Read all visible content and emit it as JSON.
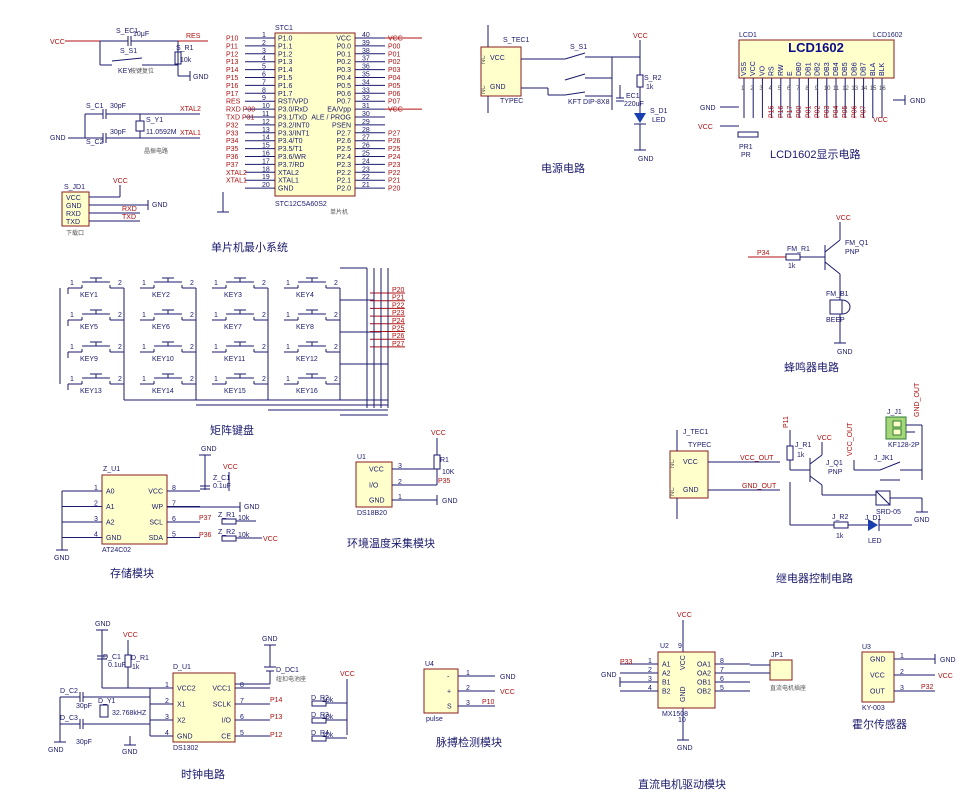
{
  "titles": {
    "mcu": "单片机最小系统",
    "power": "电源电路",
    "lcd": "LCD1602显示电路",
    "keypad": "矩阵键盘",
    "buzzer": "蜂鸣器电路",
    "storage": "存储模块",
    "temp": "环境温度采集模块",
    "relay": "继电器控制电路",
    "clock": "时钟电路",
    "pulse": "脉搏检测模块",
    "motor": "直流电机驱动模块",
    "hall": "霍尔传感器"
  },
  "net": {
    "vcc": "VCC",
    "gnd": "GND",
    "res": "RES",
    "xtal1": "XTAL1",
    "xtal2": "XTAL2",
    "rxd": "RXD",
    "txd": "TXD",
    "vcc_out": "VCC_OUT",
    "gnd_out": "GND_OUT",
    "p34": "P34",
    "p35": "P35",
    "p36": "P36",
    "p37": "P37",
    "p33": "P33",
    "p32": "P32",
    "p10": "P10",
    "p11": "P11",
    "p12": "P12",
    "p13": "P13",
    "p14": "P14"
  },
  "reset": {
    "cap_ref": "S_EC1",
    "cap_val": "10μF",
    "sw_ref": "S_S1",
    "sw_val": "KEY",
    "res_ref": "S_R1",
    "res_val": "10k",
    "note": "按键复位"
  },
  "crystal": {
    "c1_ref": "S_C1",
    "c1_val": "30pF",
    "c2_ref": "S_C2",
    "c2_val": "30pF",
    "y_ref": "S_Y1",
    "y_val": "11.0592M",
    "note": "晶振电路"
  },
  "download": {
    "ref": "S_JD1",
    "pins": [
      "VCC",
      "GND",
      "RXD",
      "TXD"
    ],
    "note": "下载口"
  },
  "mcu": {
    "ref": "STC1",
    "part": "STC12C5A60S2",
    "sub": "单片机",
    "left": [
      {
        "num": "1",
        "name": "P1.0",
        "net": "P10"
      },
      {
        "num": "2",
        "name": "P1.1",
        "net": "P11"
      },
      {
        "num": "3",
        "name": "P1.2",
        "net": "P12"
      },
      {
        "num": "4",
        "name": "P1.3",
        "net": "P13"
      },
      {
        "num": "5",
        "name": "P1.4",
        "net": "P14"
      },
      {
        "num": "6",
        "name": "P1.5",
        "net": "P15"
      },
      {
        "num": "7",
        "name": "P1.6",
        "net": "P16"
      },
      {
        "num": "8",
        "name": "P1.7",
        "net": "P17"
      },
      {
        "num": "9",
        "name": "RST/VPD",
        "net": "RES"
      },
      {
        "num": "10",
        "name": "P3.0/RxD",
        "net": "RXD P30"
      },
      {
        "num": "11",
        "name": "P3.1/TxD",
        "net": "TXD P31"
      },
      {
        "num": "12",
        "name": "P3.2/INT0",
        "net": "P32"
      },
      {
        "num": "13",
        "name": "P3.3/INT1",
        "net": "P33"
      },
      {
        "num": "14",
        "name": "P3.4/T0",
        "net": "P34"
      },
      {
        "num": "15",
        "name": "P3.5/T1",
        "net": "P35"
      },
      {
        "num": "16",
        "name": "P3.6/WR",
        "net": "P36"
      },
      {
        "num": "17",
        "name": "P3.7/RD",
        "net": "P37"
      },
      {
        "num": "18",
        "name": "XTAL2",
        "net": "XTAL2"
      },
      {
        "num": "19",
        "name": "XTAL1",
        "net": "XTAL1"
      },
      {
        "num": "20",
        "name": "GND",
        "net": ""
      }
    ],
    "right": [
      {
        "num": "40",
        "name": "VCC",
        "net": "VCC"
      },
      {
        "num": "39",
        "name": "P0.0",
        "net": "P00"
      },
      {
        "num": "38",
        "name": "P0.1",
        "net": "P01"
      },
      {
        "num": "37",
        "name": "P0.2",
        "net": "P02"
      },
      {
        "num": "36",
        "name": "P0.3",
        "net": "P03"
      },
      {
        "num": "35",
        "name": "P0.4",
        "net": "P04"
      },
      {
        "num": "34",
        "name": "P0.5",
        "net": "P05"
      },
      {
        "num": "33",
        "name": "P0.6",
        "net": "P06"
      },
      {
        "num": "32",
        "name": "P0.7",
        "net": "P07"
      },
      {
        "num": "31",
        "name": "EA/Vpp",
        "net": "VCC"
      },
      {
        "num": "30",
        "name": "ALE / PROG",
        "net": ""
      },
      {
        "num": "29",
        "name": "PSEN",
        "net": ""
      },
      {
        "num": "28",
        "name": "P2.7",
        "net": "P27"
      },
      {
        "num": "27",
        "name": "P2.6",
        "net": "P26"
      },
      {
        "num": "26",
        "name": "P2.5",
        "net": "P25"
      },
      {
        "num": "25",
        "name": "P2.4",
        "net": "P24"
      },
      {
        "num": "24",
        "name": "P2.3",
        "net": "P23"
      },
      {
        "num": "23",
        "name": "P2.2",
        "net": "P22"
      },
      {
        "num": "22",
        "name": "P2.1",
        "net": "P21"
      },
      {
        "num": "21",
        "name": "P2.0",
        "net": "P20"
      }
    ]
  },
  "power": {
    "conn_ref": "S_TEC1",
    "conn_part": "TYPEC",
    "nc": "NC",
    "sw_ref": "S_S1",
    "sw_part": "KFT DIP-8X8",
    "cap_ref": "EC1",
    "cap_val": "220uF",
    "res_ref": "S_R2",
    "res_val": "1k",
    "led_ref": "S_D1",
    "led_val": "LED"
  },
  "lcd": {
    "ref": "LCD1",
    "ref2": "LCD1602",
    "label": "LCD1602",
    "pins": [
      {
        "num": "1",
        "name": "VSS",
        "net": ""
      },
      {
        "num": "2",
        "name": "VCC",
        "net": ""
      },
      {
        "num": "3",
        "name": "VO",
        "net": ""
      },
      {
        "num": "4",
        "name": "RS",
        "net": "P15"
      },
      {
        "num": "5",
        "name": "RW",
        "net": "P16"
      },
      {
        "num": "6",
        "name": "E",
        "net": "P17"
      },
      {
        "num": "7",
        "name": "DB0",
        "net": "P00"
      },
      {
        "num": "8",
        "name": "DB1",
        "net": "P01"
      },
      {
        "num": "9",
        "name": "DB2",
        "net": "P02"
      },
      {
        "num": "10",
        "name": "DB3",
        "net": "P03"
      },
      {
        "num": "11",
        "name": "DB4",
        "net": "P04"
      },
      {
        "num": "12",
        "name": "DB5",
        "net": "P05"
      },
      {
        "num": "13",
        "name": "DB6",
        "net": "P06"
      },
      {
        "num": "14",
        "name": "DB7",
        "net": "P07"
      },
      {
        "num": "15",
        "name": "BLA",
        "net": ""
      },
      {
        "num": "16",
        "name": "BLK",
        "net": ""
      }
    ],
    "pot_ref": "PR1",
    "pot_val": "PR"
  },
  "keypad": {
    "keys": [
      "KEY1",
      "KEY2",
      "KEY3",
      "KEY4",
      "KEY5",
      "KEY6",
      "KEY7",
      "KEY8",
      "KEY9",
      "KEY10",
      "KEY11",
      "KEY12",
      "KEY13",
      "KEY14",
      "KEY15",
      "KEY16"
    ],
    "pin1": "1",
    "pin2": "2",
    "nets": [
      "P20",
      "P21",
      "P22",
      "P23",
      "P24",
      "P25",
      "P26",
      "P27"
    ]
  },
  "buzzer": {
    "q_ref": "FM_Q1",
    "q_val": "PNP",
    "r_ref": "FM_R1",
    "r_val": "1k",
    "b_ref": "FM_B1",
    "b_val": "BEEP"
  },
  "storage": {
    "ref": "Z_U1",
    "part": "AT24C02",
    "left": [
      "A0",
      "A1",
      "A2",
      "GND"
    ],
    "left_num": [
      "1",
      "2",
      "3",
      "4"
    ],
    "right": [
      "VCC",
      "WP",
      "SCL",
      "SDA"
    ],
    "right_num": [
      "8",
      "7",
      "6",
      "5"
    ],
    "c_ref": "Z_C1",
    "c_val": "0.1uF",
    "r1_ref": "Z_R1",
    "r1_val": "10k",
    "r2_ref": "Z_R2",
    "r2_val": "10k"
  },
  "temp": {
    "ref": "U1",
    "part": "DS18B20",
    "pins": [
      "VCC",
      "I/O",
      "GND"
    ],
    "pin_nums": [
      "3",
      "2",
      "1"
    ],
    "r_ref": "R1",
    "r_val": "10K"
  },
  "relay": {
    "conn_ref": "J_TEC1",
    "conn_part": "TYPEC",
    "nc": "NC",
    "r1_ref": "J_R1",
    "r1_val": "1k",
    "q_ref": "J_Q1",
    "q_val": "PNP",
    "k_ref": "J_JK1",
    "k_part": "SRD-05",
    "r2_ref": "J_R2",
    "r2_val": "1k",
    "d_ref": "J_D1",
    "d_val": "LED",
    "j_ref": "J_J1",
    "j_part": "KF128-2P"
  },
  "clock": {
    "ref": "D_U1",
    "part": "DS1302",
    "left": [
      "VCC2",
      "X1",
      "X2",
      "GND"
    ],
    "left_num": [
      "1",
      "2",
      "3",
      "4"
    ],
    "right": [
      "VCC1",
      "SCLK",
      "I/O",
      "CE"
    ],
    "right_num": [
      "8",
      "7",
      "6",
      "5"
    ],
    "c1_ref": "D_C1",
    "c1_val": "0.1uF",
    "r1_ref": "D_R1",
    "r1_val": "1k",
    "c2_ref": "D_C2",
    "c2_val": "30pF",
    "c3_ref": "D_C3",
    "c3_val": "30pF",
    "y_ref": "D_Y1",
    "y_val": "32.768kHZ",
    "dc_ref": "D_DC1",
    "dc_val": "纽扣电池座",
    "r2_ref": "D_R2",
    "r3_ref": "D_R3",
    "r4_ref": "D_R4",
    "r_val": "10k"
  },
  "pulse": {
    "ref": "U4",
    "part": "pulse",
    "pins": [
      "-",
      "+",
      "S"
    ],
    "pin_nums": [
      "1",
      "2",
      "3"
    ]
  },
  "motor": {
    "ref": "U2",
    "part": "MX1508",
    "left": [
      "A1",
      "A2",
      "B1",
      "B2"
    ],
    "left_num": [
      "1",
      "2",
      "3",
      "4"
    ],
    "right": [
      "OA1",
      "OA2",
      "OB1",
      "OB2"
    ],
    "right_num": [
      "8",
      "7",
      "6",
      "5"
    ],
    "pwr": [
      "VCC",
      "GND"
    ],
    "pwr_num": [
      "9",
      "10"
    ],
    "jp_ref": "JP1",
    "jp_part": "直流电机插座"
  },
  "hall": {
    "ref": "U3",
    "part": "KY-003",
    "pins": [
      "GND",
      "VCC",
      "OUT"
    ],
    "pin_nums": [
      "1",
      "2",
      "3"
    ]
  }
}
